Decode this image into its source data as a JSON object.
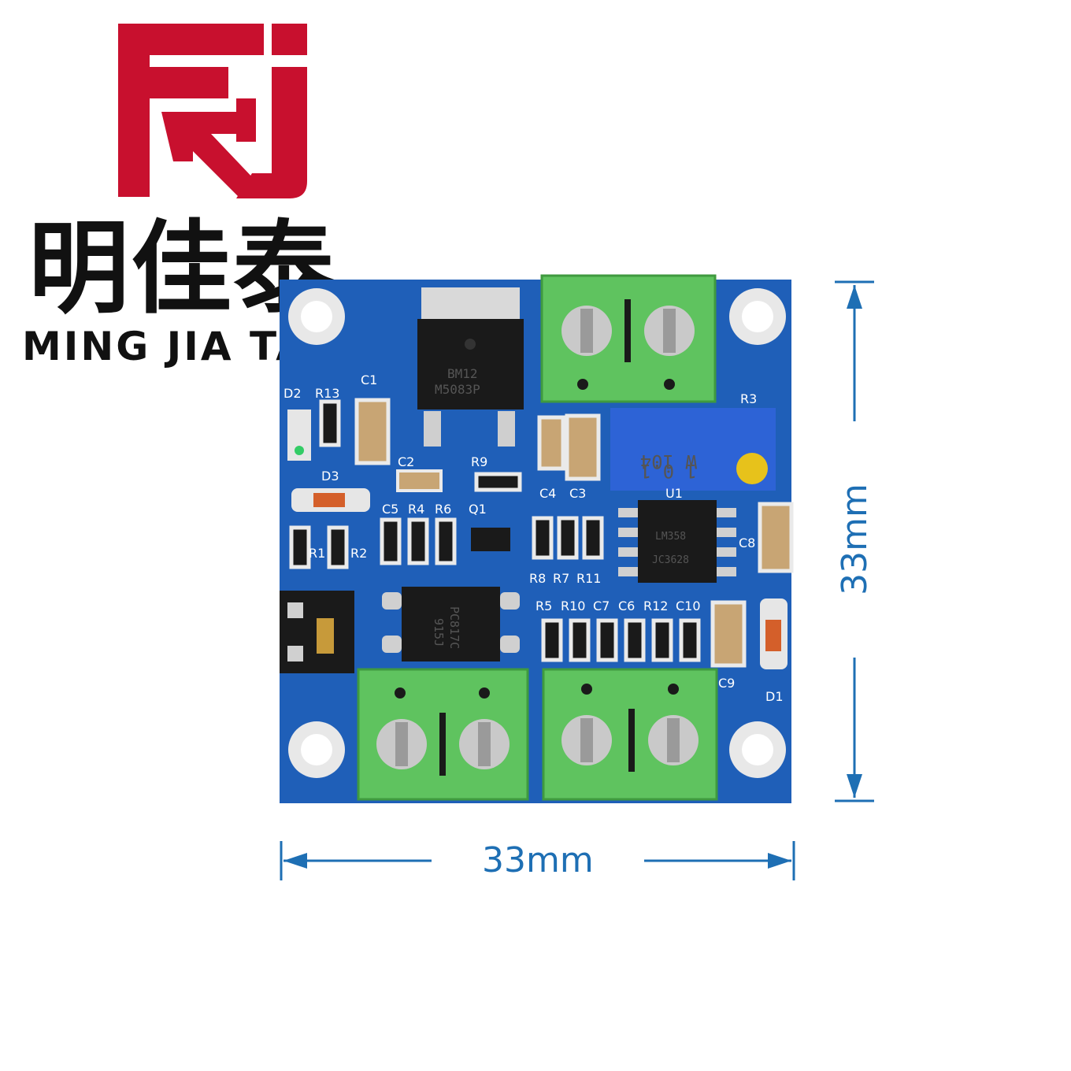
{
  "brand": {
    "logo_name": "MJT logo",
    "chinese_name": "明佳泰",
    "english_name": "MING JIA TAI",
    "logo_color": "#c8102e"
  },
  "dimensions": {
    "width_label": "33mm",
    "height_label": "33mm",
    "arrow_color": "#1e6fb4"
  },
  "board": {
    "pcb_color": "#1f5fb8",
    "terminal_color": "#5fc35f",
    "silkscreen": {
      "d2": "D2",
      "r13": "R13",
      "c1": "C1",
      "c2": "C2",
      "r9": "R9",
      "d3": "D3",
      "c5": "C5",
      "r4": "R4",
      "r6": "R6",
      "q1": "Q1",
      "r1": "R1",
      "r2": "R2",
      "c4": "C4",
      "c3": "C3",
      "r3": "R3",
      "u1": "U1",
      "c8": "C8",
      "r8": "R8",
      "r7": "R7",
      "r11": "R11",
      "r5": "R5",
      "r10": "R10",
      "c7": "C7",
      "c6": "C6",
      "r12": "R12",
      "c10": "C10",
      "c9": "C9",
      "d1": "D1"
    },
    "chip_markings": {
      "regulator_line1": "BM12",
      "regulator_line2": "M5083P",
      "potentiometer_line1": "1 0.1",
      "potentiometer_line2": "W 104",
      "optocoupler_line1": "PC817C",
      "optocoupler_line2": "915J",
      "opamp_line1": "LM358",
      "opamp_line2": "JC3628"
    }
  }
}
